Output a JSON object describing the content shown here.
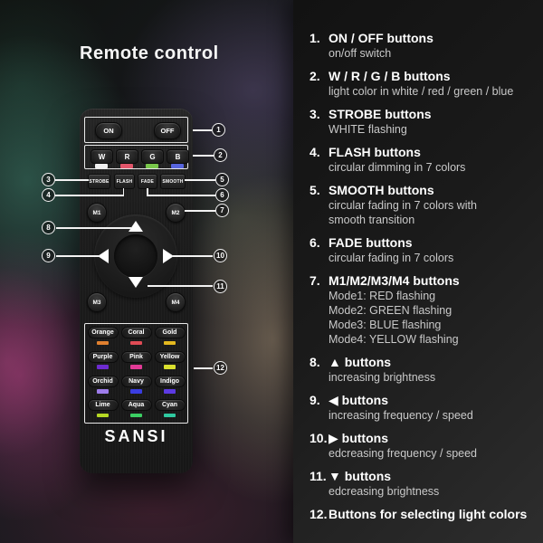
{
  "page": {
    "title": "Remote control"
  },
  "remote": {
    "brand": "SANSI",
    "power_buttons": [
      {
        "label": "ON"
      },
      {
        "label": "OFF"
      }
    ],
    "channel_buttons": [
      {
        "label": "W",
        "color": "#f0f0f0"
      },
      {
        "label": "R",
        "color": "#e2556a"
      },
      {
        "label": "G",
        "color": "#79c74b"
      },
      {
        "label": "B",
        "color": "#5765dd"
      }
    ],
    "mode_buttons": [
      {
        "label": "STROBE"
      },
      {
        "label": "FLASH"
      },
      {
        "label": "FADE"
      },
      {
        "label": "SMOOTH"
      }
    ],
    "memory_buttons": [
      {
        "label": "M1"
      },
      {
        "label": "M2"
      },
      {
        "label": "M3"
      },
      {
        "label": "M4"
      }
    ],
    "color_buttons": [
      {
        "label": "Orange",
        "color": "#e0802f"
      },
      {
        "label": "Coral",
        "color": "#e04b55"
      },
      {
        "label": "Gold",
        "color": "#e3b81f"
      },
      {
        "label": "Purple",
        "color": "#6d2bd0"
      },
      {
        "label": "Pink",
        "color": "#e23a96"
      },
      {
        "label": "Yellow",
        "color": "#d9df2e"
      },
      {
        "label": "Orchid",
        "color": "#9d7cea"
      },
      {
        "label": "Navy",
        "color": "#3a3de0"
      },
      {
        "label": "Indigo",
        "color": "#5c3ae2"
      },
      {
        "label": "Lime",
        "color": "#b5d824"
      },
      {
        "label": "Aqua",
        "color": "#3bcf63"
      },
      {
        "label": "Cyan",
        "color": "#2fc9a0"
      }
    ]
  },
  "callouts": {
    "labels": [
      "1",
      "2",
      "3",
      "4",
      "5",
      "6",
      "7",
      "8",
      "9",
      "10",
      "11",
      "12"
    ]
  },
  "legend": {
    "items": [
      {
        "num": "1.",
        "title": "ON / OFF buttons",
        "desc": "on/off switch"
      },
      {
        "num": "2.",
        "title": "W / R / G / B buttons",
        "desc": "light color in white / red / green / blue"
      },
      {
        "num": "3.",
        "title": "STROBE buttons",
        "desc": "WHITE flashing"
      },
      {
        "num": "4.",
        "title": "FLASH buttons",
        "desc": "circular dimming in 7 colors"
      },
      {
        "num": "5.",
        "title": "SMOOTH buttons",
        "desc": "circular fading in 7 colors with\nsmooth transition"
      },
      {
        "num": "6.",
        "title": "FADE buttons",
        "desc": "circular fading in 7 colors"
      },
      {
        "num": "7.",
        "title": "M1/M2/M3/M4 buttons",
        "desc": "Mode1: RED flashing\nMode2: GREEN flashing\nMode3: BLUE flashing\nMode4: YELLOW flashing"
      },
      {
        "num": "8.",
        "title": "▲  buttons",
        "desc": "increasing brightness"
      },
      {
        "num": "9.",
        "title": "◀  buttons",
        "desc": "increasing frequency / speed"
      },
      {
        "num": "10.",
        "title": "▶  buttons",
        "desc": "edcreasing frequency / speed"
      },
      {
        "num": "11.",
        "title": "▼  buttons",
        "desc": "edcreasing brightness"
      },
      {
        "num": "12.",
        "title": "Buttons for selecting light colors",
        "desc": ""
      }
    ]
  }
}
